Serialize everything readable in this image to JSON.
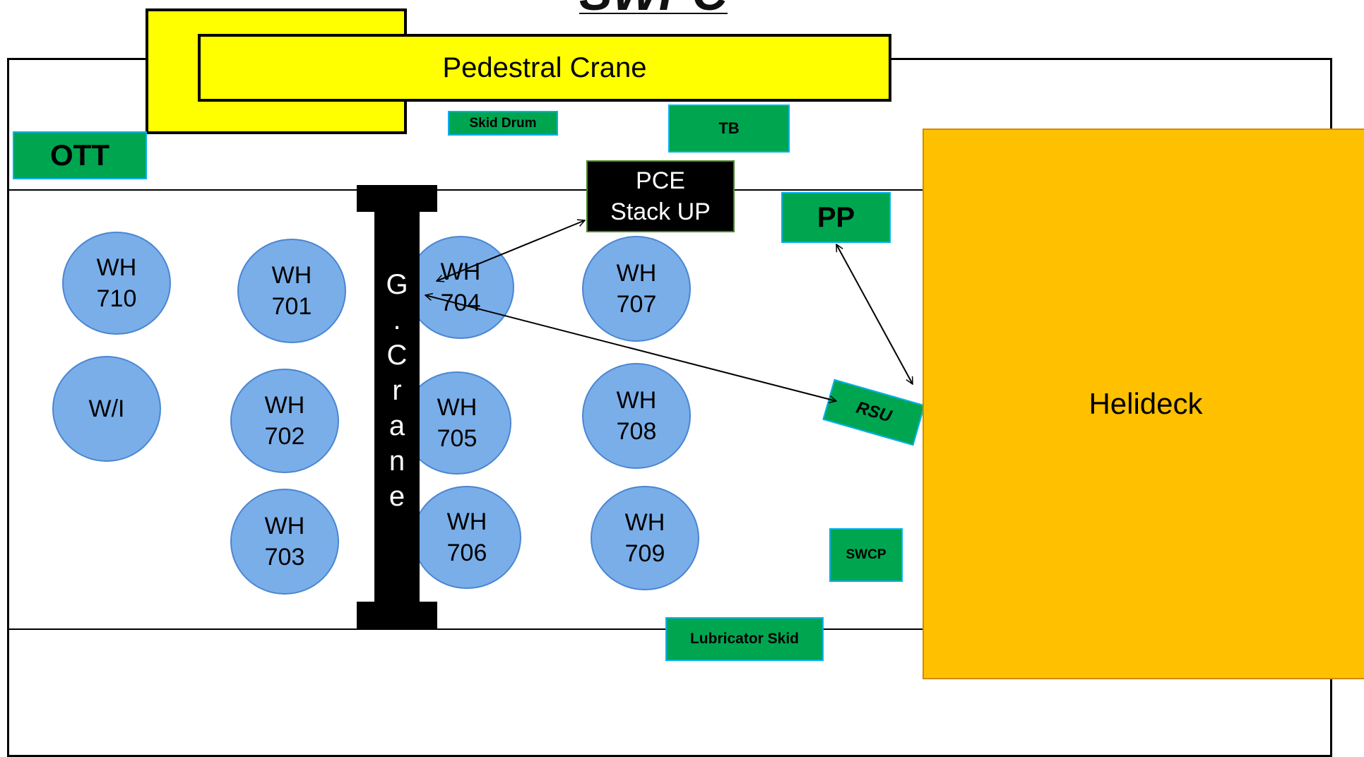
{
  "title": "SWPC",
  "cranes": {
    "pedestral_crane": "Pedestral Crane",
    "g_crane_letters": [
      "G",
      ".",
      "C",
      "r",
      "a",
      "n",
      "e"
    ]
  },
  "equipment": {
    "ott": "OTT",
    "skid_drum": "Skid Drum",
    "tb": "TB",
    "pce_line1": "PCE",
    "pce_line2": "Stack UP",
    "pp": "PP",
    "rsu": "RSU",
    "swcp": "SWCP",
    "lubricator_skid": "Lubricator Skid",
    "helideck": "Helideck"
  },
  "wells": [
    {
      "id": "wh710",
      "line1": "WH",
      "line2": "710"
    },
    {
      "id": "wh701",
      "line1": "WH",
      "line2": "701"
    },
    {
      "id": "wh704",
      "line1": "WH",
      "line2": "704"
    },
    {
      "id": "wh707",
      "line1": "WH",
      "line2": "707"
    },
    {
      "id": "wi",
      "line1": "W/I",
      "line2": ""
    },
    {
      "id": "wh702",
      "line1": "WH",
      "line2": "702"
    },
    {
      "id": "wh705",
      "line1": "WH",
      "line2": "705"
    },
    {
      "id": "wh708",
      "line1": "WH",
      "line2": "708"
    },
    {
      "id": "wh703",
      "line1": "WH",
      "line2": "703"
    },
    {
      "id": "wh706",
      "line1": "WH",
      "line2": "706"
    },
    {
      "id": "wh709",
      "line1": "WH",
      "line2": "709"
    }
  ],
  "colors": {
    "pedestral_crane": "#ffff00",
    "equipment": "#00a550",
    "well": "#7aaee8",
    "helideck": "#ffc000",
    "pce_stack": "#000000"
  }
}
